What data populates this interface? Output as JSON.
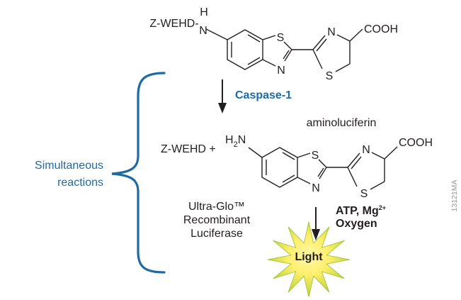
{
  "brace_label": {
    "line1": "Simultaneous",
    "line2": "reactions"
  },
  "substrate": {
    "peptide": "Z-WEHD-",
    "nh_h": "H",
    "nh_n": "N",
    "ring_s1": "S",
    "ring_n1": "N",
    "ring_n2": "N",
    "ring_s2": "S",
    "cooh": "COOH"
  },
  "enzyme_step": {
    "label": "Caspase-1"
  },
  "product": {
    "name": "aminoluciferin",
    "peptide": "Z-WEHD +",
    "h2n_h": "H",
    "h2n_sub": "2",
    "h2n_n": "N",
    "ring_s1": "S",
    "ring_n1": "N",
    "ring_n2": "N",
    "ring_s2": "S",
    "cooh": "COOH"
  },
  "luciferase": {
    "line1": "Ultra-Glo™",
    "line2": "Recombinant",
    "line3": "Luciferase"
  },
  "cofactors": {
    "atp_mg": "ATP, Mg",
    "charge": "2+",
    "oxygen": "Oxygen"
  },
  "output": {
    "label": "Light"
  },
  "figure_code": "13121MA",
  "colors": {
    "accent_blue": "#1f6aa5",
    "text": "#231f20",
    "burst_outer": "#b5d334",
    "burst_inner": "#ffef6e"
  }
}
